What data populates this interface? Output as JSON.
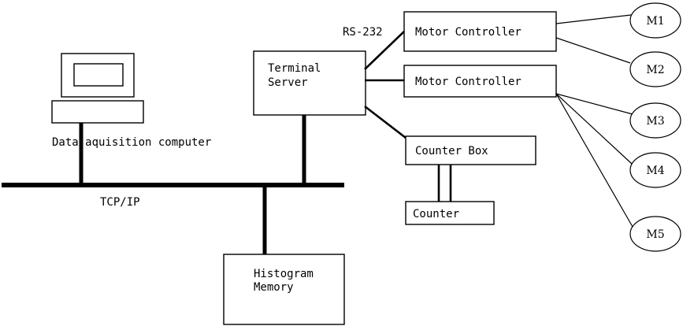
{
  "diagram": {
    "title": "Data acquisition system block diagram",
    "background_color": "#ffffff",
    "line_color": "#000000",
    "nodes": {
      "monitor": {
        "name": "monitor",
        "shape": "rectangle"
      },
      "keyboard": {
        "name": "keyboard-base",
        "shape": "rectangle"
      },
      "daq_computer": {
        "label": "Data aquisition computer"
      },
      "terminal_server": {
        "label_line1": "Terminal",
        "label_line2": "Server"
      },
      "motor_controller_1": {
        "label": "Motor Controller"
      },
      "motor_controller_2": {
        "label": "Motor Controller"
      },
      "counter_box": {
        "label": "Counter Box"
      },
      "counter": {
        "label": "Counter"
      },
      "histogram_memory": {
        "label_line1": "Histogram",
        "label_line2": "Memory"
      },
      "motors": [
        {
          "label": "M1"
        },
        {
          "label": "M2"
        },
        {
          "label": "M3"
        },
        {
          "label": "M4"
        },
        {
          "label": "M5"
        }
      ]
    },
    "edges": {
      "bus_label": "TCP/IP",
      "serial_label": "RS-232"
    }
  }
}
